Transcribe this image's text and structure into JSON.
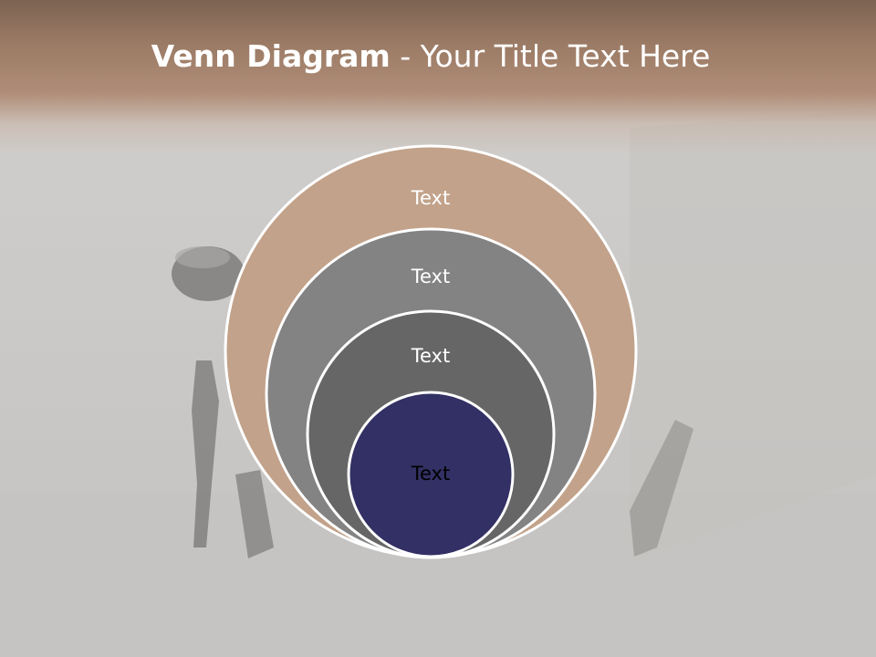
{
  "title": {
    "bold_part": "Venn Diagram",
    "rest_part": " - Your Title Text Here"
  },
  "circles": [
    {
      "label": "Text",
      "fill": "#c2a28a",
      "label_color": "#ffffff"
    },
    {
      "label": "Text",
      "fill": "#838383",
      "label_color": "#ffffff"
    },
    {
      "label": "Text",
      "fill": "#666666",
      "label_color": "#ffffff"
    },
    {
      "label": "Text",
      "fill": "#323064",
      "label_color": "#000000"
    }
  ],
  "colors": {
    "circle_outline": "#ffffff",
    "title_text": "#ffffff"
  }
}
